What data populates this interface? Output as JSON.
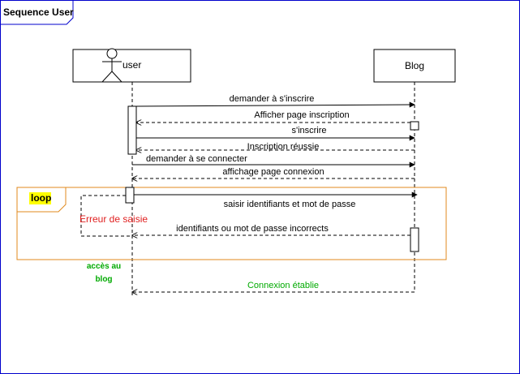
{
  "frame": {
    "title": "Sequence User"
  },
  "lifelines": {
    "user": {
      "label": "user"
    },
    "blog": {
      "label": "Blog"
    }
  },
  "messages": [
    {
      "label": "demander à s'inscrire",
      "kind": "sync"
    },
    {
      "label": "Afficher page inscription",
      "kind": "return"
    },
    {
      "label": "s'inscrire",
      "kind": "sync"
    },
    {
      "label": "Inscription réussie",
      "kind": "return"
    },
    {
      "label": "demander à se connecter",
      "kind": "sync"
    },
    {
      "label": "affichage page connexion",
      "kind": "return"
    },
    {
      "label": "saisir identifiants et mot de passe",
      "kind": "sync"
    },
    {
      "label": "identifiants ou mot de passe incorrects",
      "kind": "return"
    },
    {
      "label": "Connexion établie",
      "kind": "return"
    }
  ],
  "loop": {
    "label": "loop",
    "highlight": "#ffff00"
  },
  "notes": {
    "error": "Erreur de saisie",
    "access_line1": "accès au",
    "access_line2": "blog"
  },
  "colors": {
    "frame": "#0000cc",
    "loop": "#e08a1e",
    "error": "#e02020",
    "success": "#00aa00",
    "line": "#000000"
  }
}
